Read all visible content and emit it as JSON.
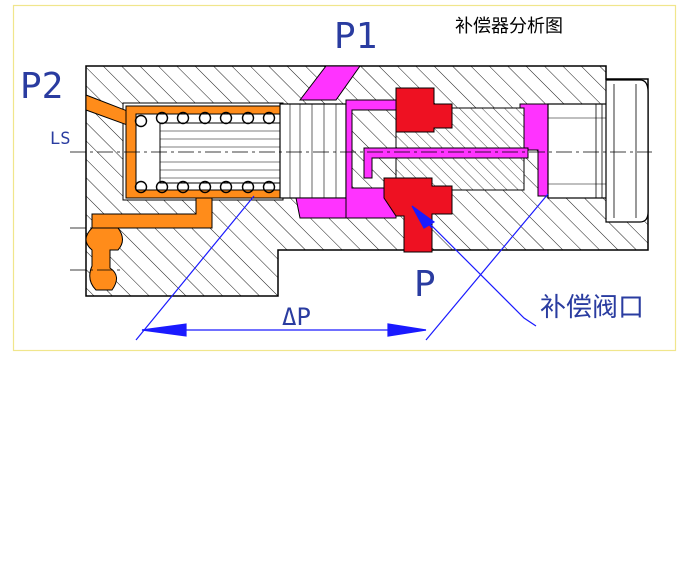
{
  "diagram": {
    "title": "补偿器分析图",
    "labels": {
      "p1": "P1",
      "p2": "P2",
      "ls": "LS",
      "p": "P",
      "delta_p": "ΔP",
      "comp_port": "补偿阀口"
    },
    "colors": {
      "frame": "#f0e68c",
      "body_line": "#000000",
      "hatch": "#000000",
      "spring": "#ff8c1a",
      "p1_channel": "#ff33ff",
      "p_channel": "#ee1122",
      "label_blue": "#2a3ca0",
      "annotation": "#1a1aff"
    }
  }
}
